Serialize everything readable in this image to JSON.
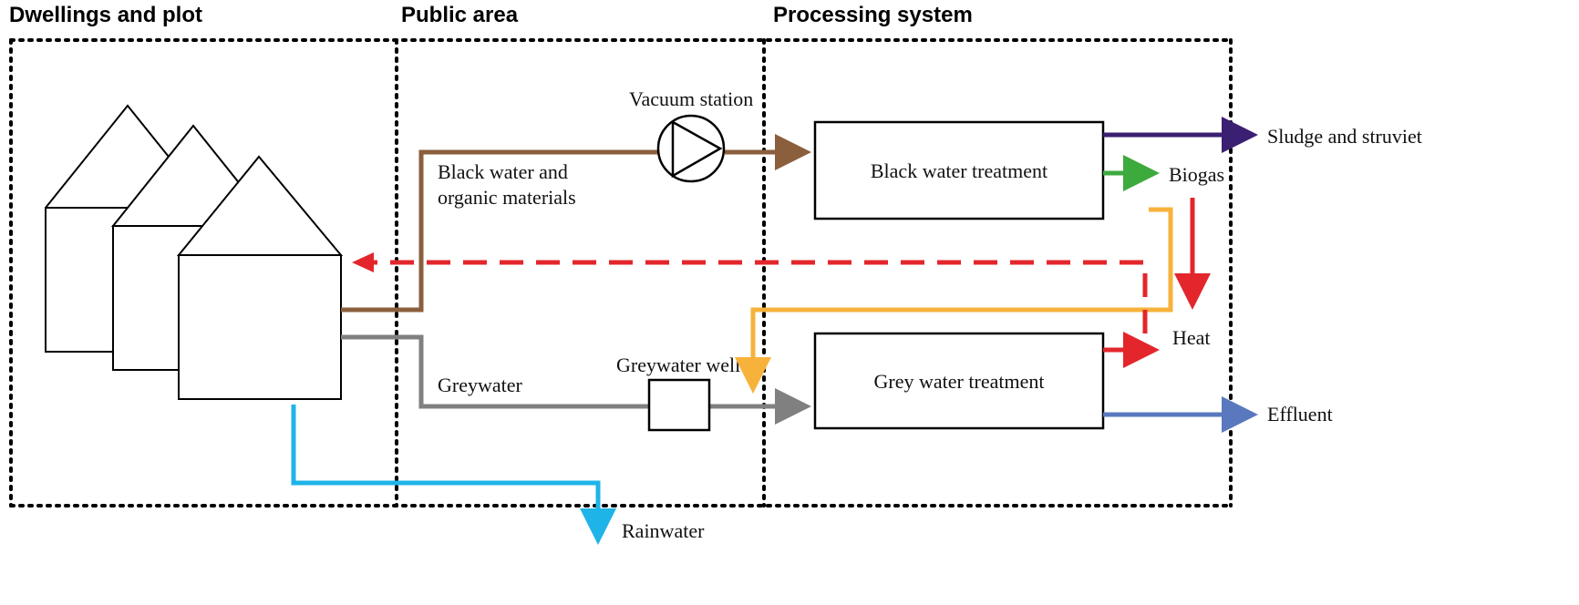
{
  "zones": {
    "dwellings": "Dwellings and plot",
    "public": "Public area",
    "processing": "Processing system"
  },
  "components": {
    "vacuum_station": "Vacuum station",
    "greywater_well": "Greywater well",
    "black_water_treatment": "Black water treatment",
    "grey_water_treatment": "Grey water treatment"
  },
  "flows": {
    "black_water_line1": "Black water and",
    "black_water_line2": "organic materials",
    "greywater": "Greywater",
    "rainwater": "Rainwater",
    "sludge": "Sludge and struviet",
    "biogas": "Biogas",
    "heat": "Heat",
    "effluent": "Effluent"
  },
  "colors": {
    "black_water": "#8B5E3C",
    "greywater": "#808080",
    "rainwater": "#1FB4E8",
    "sludge": "#3B1F73",
    "biogas": "#3DAA3D",
    "heat": "#E3262B",
    "biogas_return": "#F7B23B",
    "effluent": "#5A78BE"
  }
}
